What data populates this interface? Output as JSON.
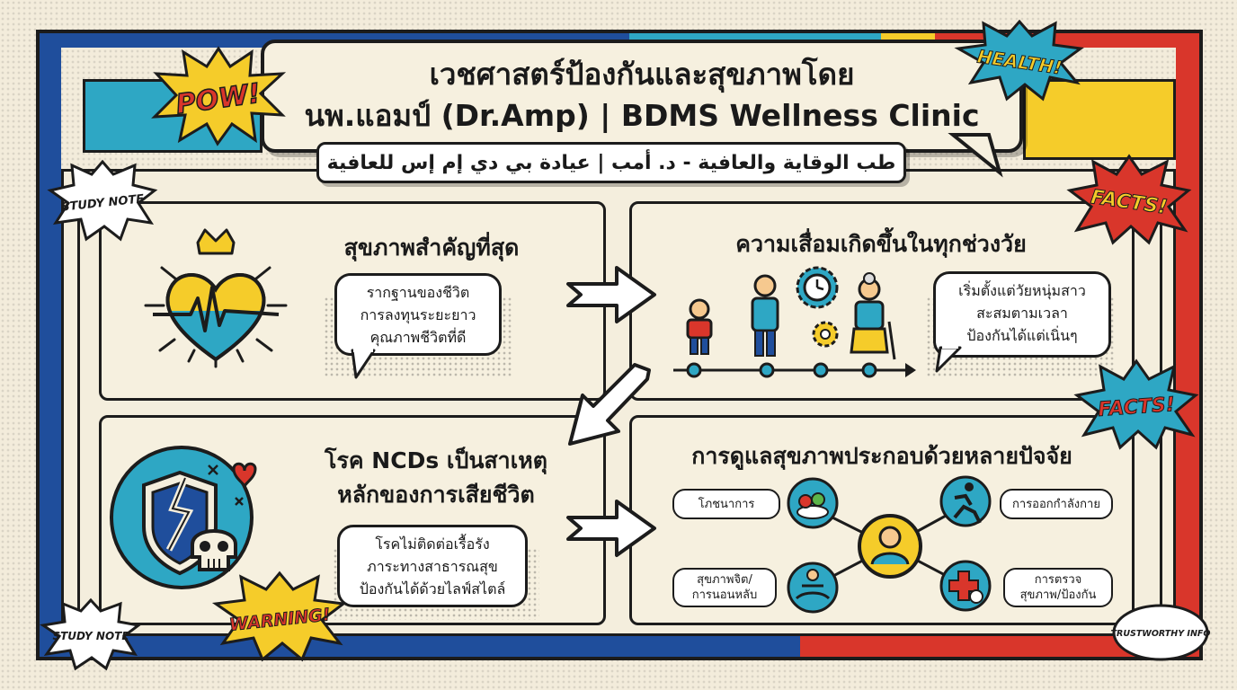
{
  "header": {
    "title_line1": "เวชศาสตร์ป้องกันและสุขภาพโดย",
    "title_line2": "นพ.แอมป์ (Dr.Amp) | BDMS Wellness Clinic",
    "subtitle": "طب الوقاية والعافية - د. أمب | عيادة بي دي إم إس للعافية"
  },
  "badges": {
    "pow": "POW!",
    "health": "HEALTH!",
    "facts_top": "FACTS!",
    "facts_mid": "FACTS!",
    "warning": "WARNING!",
    "study_note_top": "STUDY NOTE",
    "study_note_bottom": "STUDY NOTE",
    "trustworthy": "TRUSTWORTHY INFO"
  },
  "panels": {
    "health": {
      "title": "สุขภาพสำคัญที่สุด",
      "lines": [
        "รากฐานของชีวิต",
        "การลงทุนระยะยาว",
        "คุณภาพชีวิตที่ดี"
      ]
    },
    "aging": {
      "title": "ความเสื่อมเกิดขึ้นในทุกช่วงวัย",
      "lines": [
        "เริ่มตั้งแต่วัยหนุ่มสาว",
        "สะสมตามเวลา",
        "ป้องกันได้แต่เนิ่นๆ"
      ]
    },
    "ncd": {
      "title_line1": "โรค NCDs เป็นสาเหตุ",
      "title_line2": "หลักของการเสียชีวิต",
      "lines": [
        "โรคไม่ติดต่อเรื้อรัง",
        "ภาระทางสาธารณสุข",
        "ป้องกันได้ด้วยไลฟ์สไตล์"
      ]
    },
    "factors": {
      "title": "การดูแลสุขภาพประกอบด้วยหลายปัจจัย",
      "nutrition": "โภชนาการ",
      "exercise": "การออกกำลังกาย",
      "mental_line1": "สุขภาพจิต/",
      "mental_line2": "การนอนหลับ",
      "checkup_line1": "การตรวจ",
      "checkup_line2": "สุขภาพ/ป้องกัน"
    }
  },
  "colors": {
    "blue": "#1f4e9c",
    "cyan": "#2ea7c4",
    "yellow": "#f5cc2a",
    "red": "#d9362b",
    "cream": "#f4eedd",
    "ink": "#1c1c1c"
  }
}
